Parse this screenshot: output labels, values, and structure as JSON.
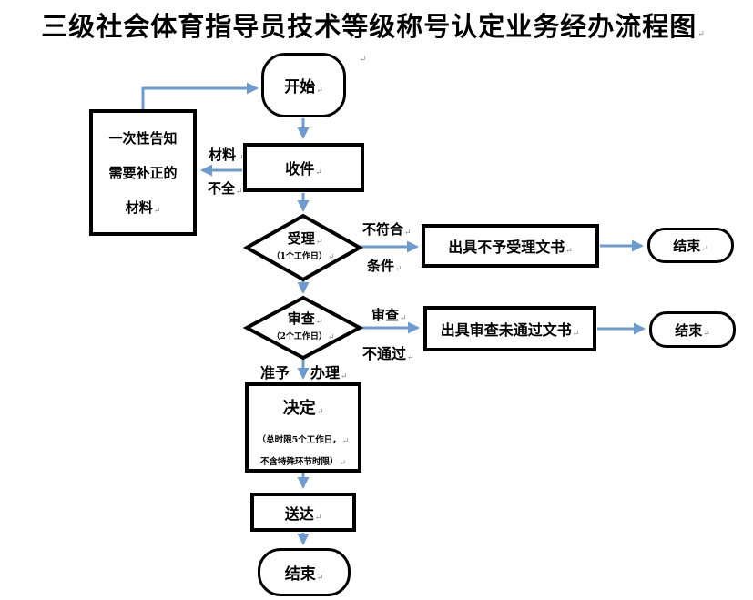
{
  "title": "三级社会体育指导员技术等级称号认定业务经办流程图",
  "meta": {
    "return_mark": "↵"
  },
  "colors": {
    "arrow": "#6c9bd2",
    "shape_border": "#000000",
    "background": "#ffffff",
    "text": "#000000"
  },
  "nodes": {
    "start": {
      "label": "开始",
      "shape": "terminator"
    },
    "receive": {
      "label": "收件",
      "shape": "process"
    },
    "notify": {
      "lines": [
        "一次性告知",
        "需要补正的",
        "材料"
      ],
      "shape": "process"
    },
    "accept": {
      "label": "受理",
      "note": "（1个工作日）",
      "shape": "decision"
    },
    "review": {
      "label": "审查",
      "note": "（2个工作日）",
      "shape": "decision"
    },
    "reject_accept": {
      "label": "出具不予受理文书",
      "shape": "process"
    },
    "end_accept": {
      "label": "结束",
      "shape": "terminator"
    },
    "reject_review": {
      "label": "出具审查未通过文书",
      "shape": "process"
    },
    "end_review": {
      "label": "结束",
      "shape": "terminator"
    },
    "decide": {
      "label": "决定",
      "notes": [
        "（总时限5个工作日，",
        "不含特殊环节时限）"
      ],
      "shape": "process"
    },
    "deliver": {
      "label": "送达",
      "shape": "process"
    },
    "end_final": {
      "label": "结束",
      "shape": "terminator"
    }
  },
  "edge_labels": {
    "materials": [
      "材料",
      "不全"
    ],
    "not_qualified": [
      "不符合",
      "条件"
    ],
    "review_fail": [
      "审查",
      "不通过"
    ],
    "approved": [
      "准予",
      "办理"
    ]
  }
}
